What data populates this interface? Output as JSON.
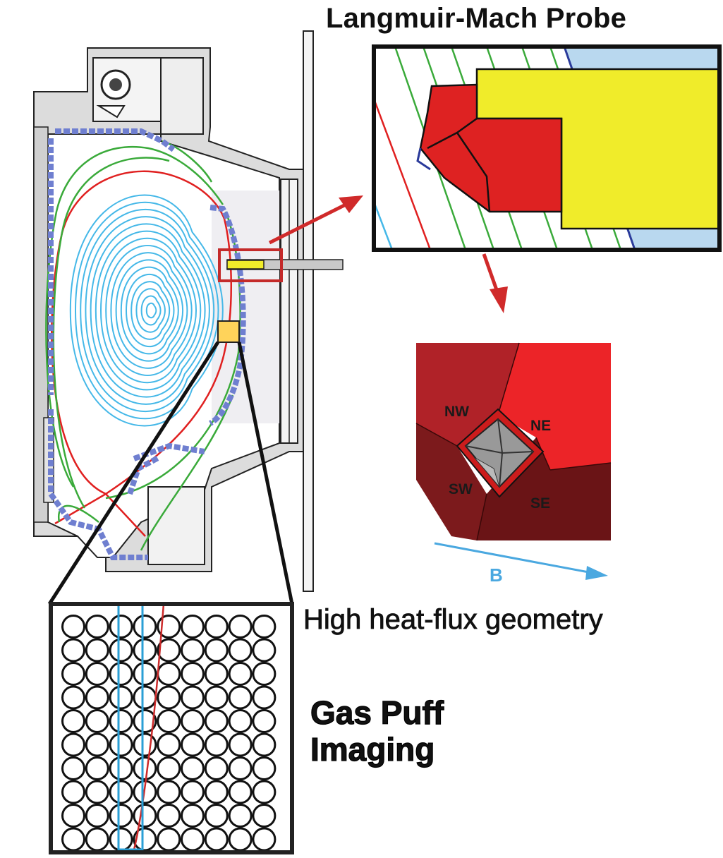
{
  "labels": {
    "probe_title": "Langmuir-Mach Probe",
    "heat_flux": "High heat-flux geometry",
    "gpi_line1": "Gas Puff",
    "gpi_line2": "Imaging"
  },
  "probe_tip": {
    "quadrants": [
      "NW",
      "NE",
      "SW",
      "SE"
    ],
    "field_label": "B"
  },
  "colors": {
    "flux_surface": "#45b8e8",
    "separatrix": "#e02020",
    "sol": "#3aaa3a",
    "tiles": "#6f7fd0",
    "probe_body": "#f0ec2a",
    "probe_tip": "#de2222",
    "gpi_box": "#ffd35a",
    "gpi_view": "#2a9fd6",
    "wall": "#c8c8c8"
  }
}
